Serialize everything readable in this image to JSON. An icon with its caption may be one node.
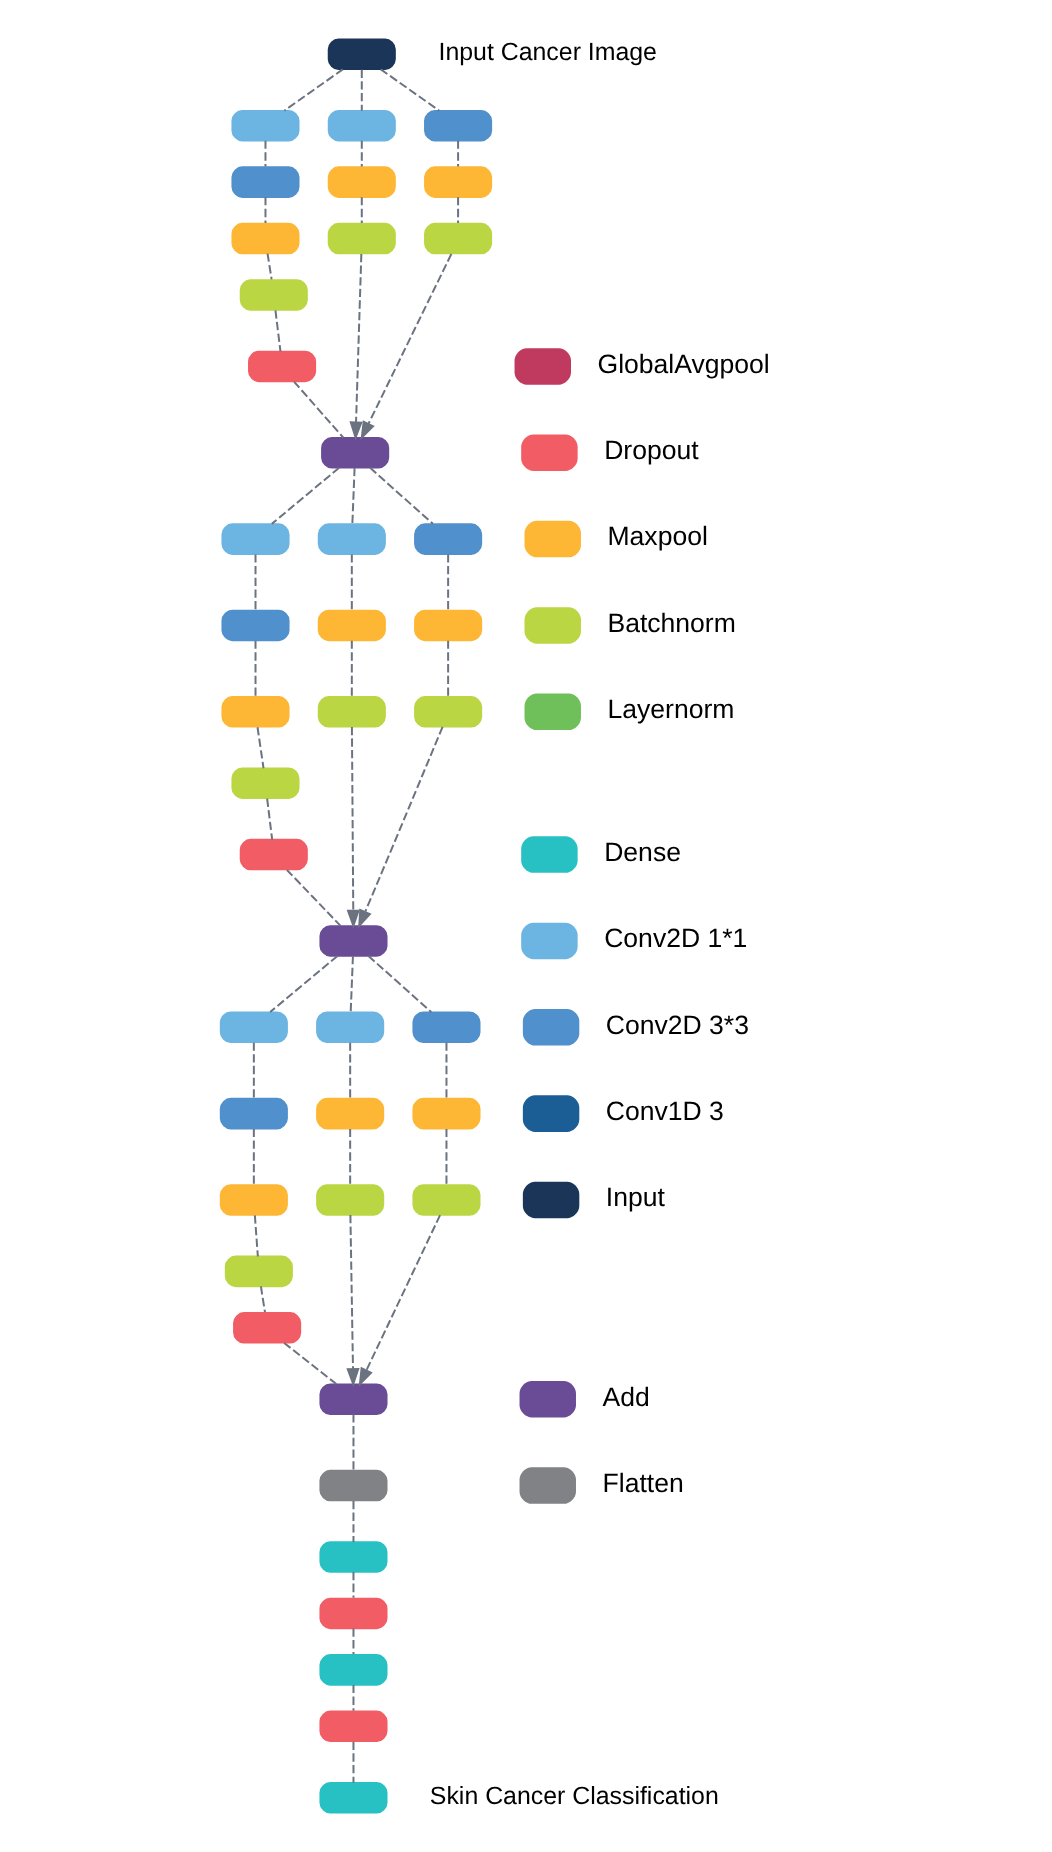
{
  "diagram": {
    "nodes": [
      {
        "text": [],
        "shape": "box",
        "beside": [
          "Input Cancer Image"
        ]
      },
      {
        "text": [],
        "shape": "box"
      },
      {
        "text": [],
        "shape": "box"
      },
      {
        "text": [],
        "shape": "box"
      },
      {
        "text": [],
        "shape": "box"
      },
      {
        "text": [],
        "shape": "box"
      },
      {
        "text": [],
        "shape": "box"
      },
      {
        "text": [],
        "shape": "box"
      },
      {
        "text": [],
        "shape": "box"
      },
      {
        "text": [],
        "shape": "box"
      },
      {
        "text": [],
        "shape": "box"
      },
      {
        "text": [],
        "shape": "box"
      },
      {
        "text": [],
        "shape": "box"
      },
      {
        "text": [],
        "shape": "box"
      },
      {
        "text": [],
        "shape": "box"
      },
      {
        "text": [],
        "shape": "box"
      },
      {
        "text": [],
        "shape": "box"
      },
      {
        "text": [],
        "shape": "box"
      },
      {
        "text": [],
        "shape": "box"
      },
      {
        "text": [],
        "shape": "box"
      },
      {
        "text": [],
        "shape": "box"
      },
      {
        "text": [],
        "shape": "box"
      },
      {
        "text": [],
        "shape": "box"
      },
      {
        "text": [],
        "shape": "box"
      },
      {
        "text": [],
        "shape": "box"
      },
      {
        "text": [],
        "shape": "box"
      },
      {
        "text": [],
        "shape": "box"
      },
      {
        "text": [],
        "shape": "box"
      },
      {
        "text": [],
        "shape": "box"
      },
      {
        "text": [],
        "shape": "box"
      },
      {
        "text": [],
        "shape": "box"
      },
      {
        "text": [],
        "shape": "box"
      },
      {
        "text": [],
        "shape": "box"
      },
      {
        "text": [],
        "shape": "box"
      },
      {
        "text": [],
        "shape": "box"
      },
      {
        "text": [],
        "shape": "box"
      },
      {
        "text": [],
        "shape": "box"
      },
      {
        "text": [],
        "shape": "box"
      },
      {
        "text": [],
        "shape": "box"
      },
      {
        "text": [],
        "shape": "box"
      },
      {
        "text": [],
        "shape": "box"
      },
      {
        "text": [],
        "shape": "box"
      },
      {
        "text": [],
        "shape": "box",
        "beside": [
          "Skin Cancer Classification"
        ]
      }
    ],
    "edges": [
      {
        "from": 0,
        "to": 1,
        "arrow": "none",
        "style": "dashed"
      },
      {
        "from": 0,
        "to": 2,
        "arrow": "none",
        "style": "dashed"
      },
      {
        "from": 0,
        "to": 3,
        "arrow": "none",
        "style": "dashed"
      },
      {
        "from": 1,
        "to": 4,
        "arrow": "none",
        "style": "dashed"
      },
      {
        "from": 4,
        "to": 7,
        "arrow": "none",
        "style": "dashed"
      },
      {
        "from": 7,
        "to": 10,
        "arrow": "none",
        "style": "dashed"
      },
      {
        "from": 10,
        "to": 11,
        "arrow": "none",
        "style": "dashed"
      },
      {
        "from": 11,
        "to": 12,
        "arrow": "none",
        "style": "dashed"
      },
      {
        "from": 2,
        "to": 5,
        "arrow": "none",
        "style": "dashed"
      },
      {
        "from": 5,
        "to": 8,
        "arrow": "none",
        "style": "dashed"
      },
      {
        "from": 8,
        "to": 12,
        "arrow": "to",
        "style": "dashed"
      },
      {
        "from": 3,
        "to": 6,
        "arrow": "none",
        "style": "dashed"
      },
      {
        "from": 6,
        "to": 9,
        "arrow": "none",
        "style": "dashed"
      },
      {
        "from": 9,
        "to": 12,
        "arrow": "to",
        "style": "dashed"
      },
      {
        "from": 12,
        "to": 13,
        "arrow": "none",
        "style": "dashed"
      },
      {
        "from": 12,
        "to": 14,
        "arrow": "none",
        "style": "dashed"
      },
      {
        "from": 12,
        "to": 15,
        "arrow": "none",
        "style": "dashed"
      },
      {
        "from": 13,
        "to": 16,
        "arrow": "none",
        "style": "dashed"
      },
      {
        "from": 16,
        "to": 19,
        "arrow": "none",
        "style": "dashed"
      },
      {
        "from": 19,
        "to": 22,
        "arrow": "none",
        "style": "dashed"
      },
      {
        "from": 22,
        "to": 23,
        "arrow": "none",
        "style": "dashed"
      },
      {
        "from": 23,
        "to": 24,
        "arrow": "none",
        "style": "dashed"
      },
      {
        "from": 14,
        "to": 17,
        "arrow": "none",
        "style": "dashed"
      },
      {
        "from": 17,
        "to": 20,
        "arrow": "none",
        "style": "dashed"
      },
      {
        "from": 20,
        "to": 24,
        "arrow": "to",
        "style": "dashed"
      },
      {
        "from": 15,
        "to": 18,
        "arrow": "none",
        "style": "dashed"
      },
      {
        "from": 18,
        "to": 21,
        "arrow": "none",
        "style": "dashed"
      },
      {
        "from": 21,
        "to": 24,
        "arrow": "to",
        "style": "dashed"
      },
      {
        "from": 24,
        "to": 25,
        "arrow": "none",
        "style": "dashed"
      },
      {
        "from": 24,
        "to": 26,
        "arrow": "none",
        "style": "dashed"
      },
      {
        "from": 24,
        "to": 27,
        "arrow": "none",
        "style": "dashed"
      },
      {
        "from": 25,
        "to": 28,
        "arrow": "none",
        "style": "dashed"
      },
      {
        "from": 28,
        "to": 31,
        "arrow": "none",
        "style": "dashed"
      },
      {
        "from": 31,
        "to": 34,
        "arrow": "none",
        "style": "dashed"
      },
      {
        "from": 34,
        "to": 35,
        "arrow": "none",
        "style": "dashed"
      },
      {
        "from": 35,
        "to": 36,
        "arrow": "none",
        "style": "dashed"
      },
      {
        "from": 26,
        "to": 29,
        "arrow": "none",
        "style": "dashed"
      },
      {
        "from": 29,
        "to": 32,
        "arrow": "none",
        "style": "dashed"
      },
      {
        "from": 32,
        "to": 36,
        "arrow": "to",
        "style": "dashed"
      },
      {
        "from": 27,
        "to": 30,
        "arrow": "none",
        "style": "dashed"
      },
      {
        "from": 30,
        "to": 33,
        "arrow": "none",
        "style": "dashed"
      },
      {
        "from": 33,
        "to": 36,
        "arrow": "to",
        "style": "dashed"
      },
      {
        "from": 36,
        "to": 37,
        "arrow": "none",
        "style": "dashed"
      },
      {
        "from": 37,
        "to": 38,
        "arrow": "none",
        "style": "dashed"
      },
      {
        "from": 38,
        "to": 39,
        "arrow": "none",
        "style": "dashed"
      },
      {
        "from": 39,
        "to": 40,
        "arrow": "none",
        "style": "dashed"
      },
      {
        "from": 40,
        "to": 41,
        "arrow": "none",
        "style": "dashed"
      },
      {
        "from": 41,
        "to": 42,
        "arrow": "none",
        "style": "dashed"
      }
    ],
    "legend": [
      {
        "text": "GlobalAvgpool",
        "color": "#c0395e"
      },
      {
        "text": "Dropout",
        "color": "#f25c64"
      },
      {
        "text": "Maxpool",
        "color": "#fdb735"
      },
      {
        "text": "Batchnorm",
        "color": "#bad643"
      },
      {
        "text": "Layernorm",
        "color": "#6fbf5a"
      },
      {
        "text": "Dense",
        "color": "#27c1c3"
      },
      {
        "text": "Conv2D 1*1",
        "color": "#6cb4e1"
      },
      {
        "text": "Conv2D 3*3",
        "color": "#5090cc"
      },
      {
        "text": "Conv1D 3",
        "color": "#1b5e96"
      },
      {
        "text": "Input",
        "color": "#1a3557"
      },
      {
        "text": "Add",
        "color": "#6a4c96"
      },
      {
        "text": "Flatten",
        "color": "#818286"
      }
    ]
  }
}
